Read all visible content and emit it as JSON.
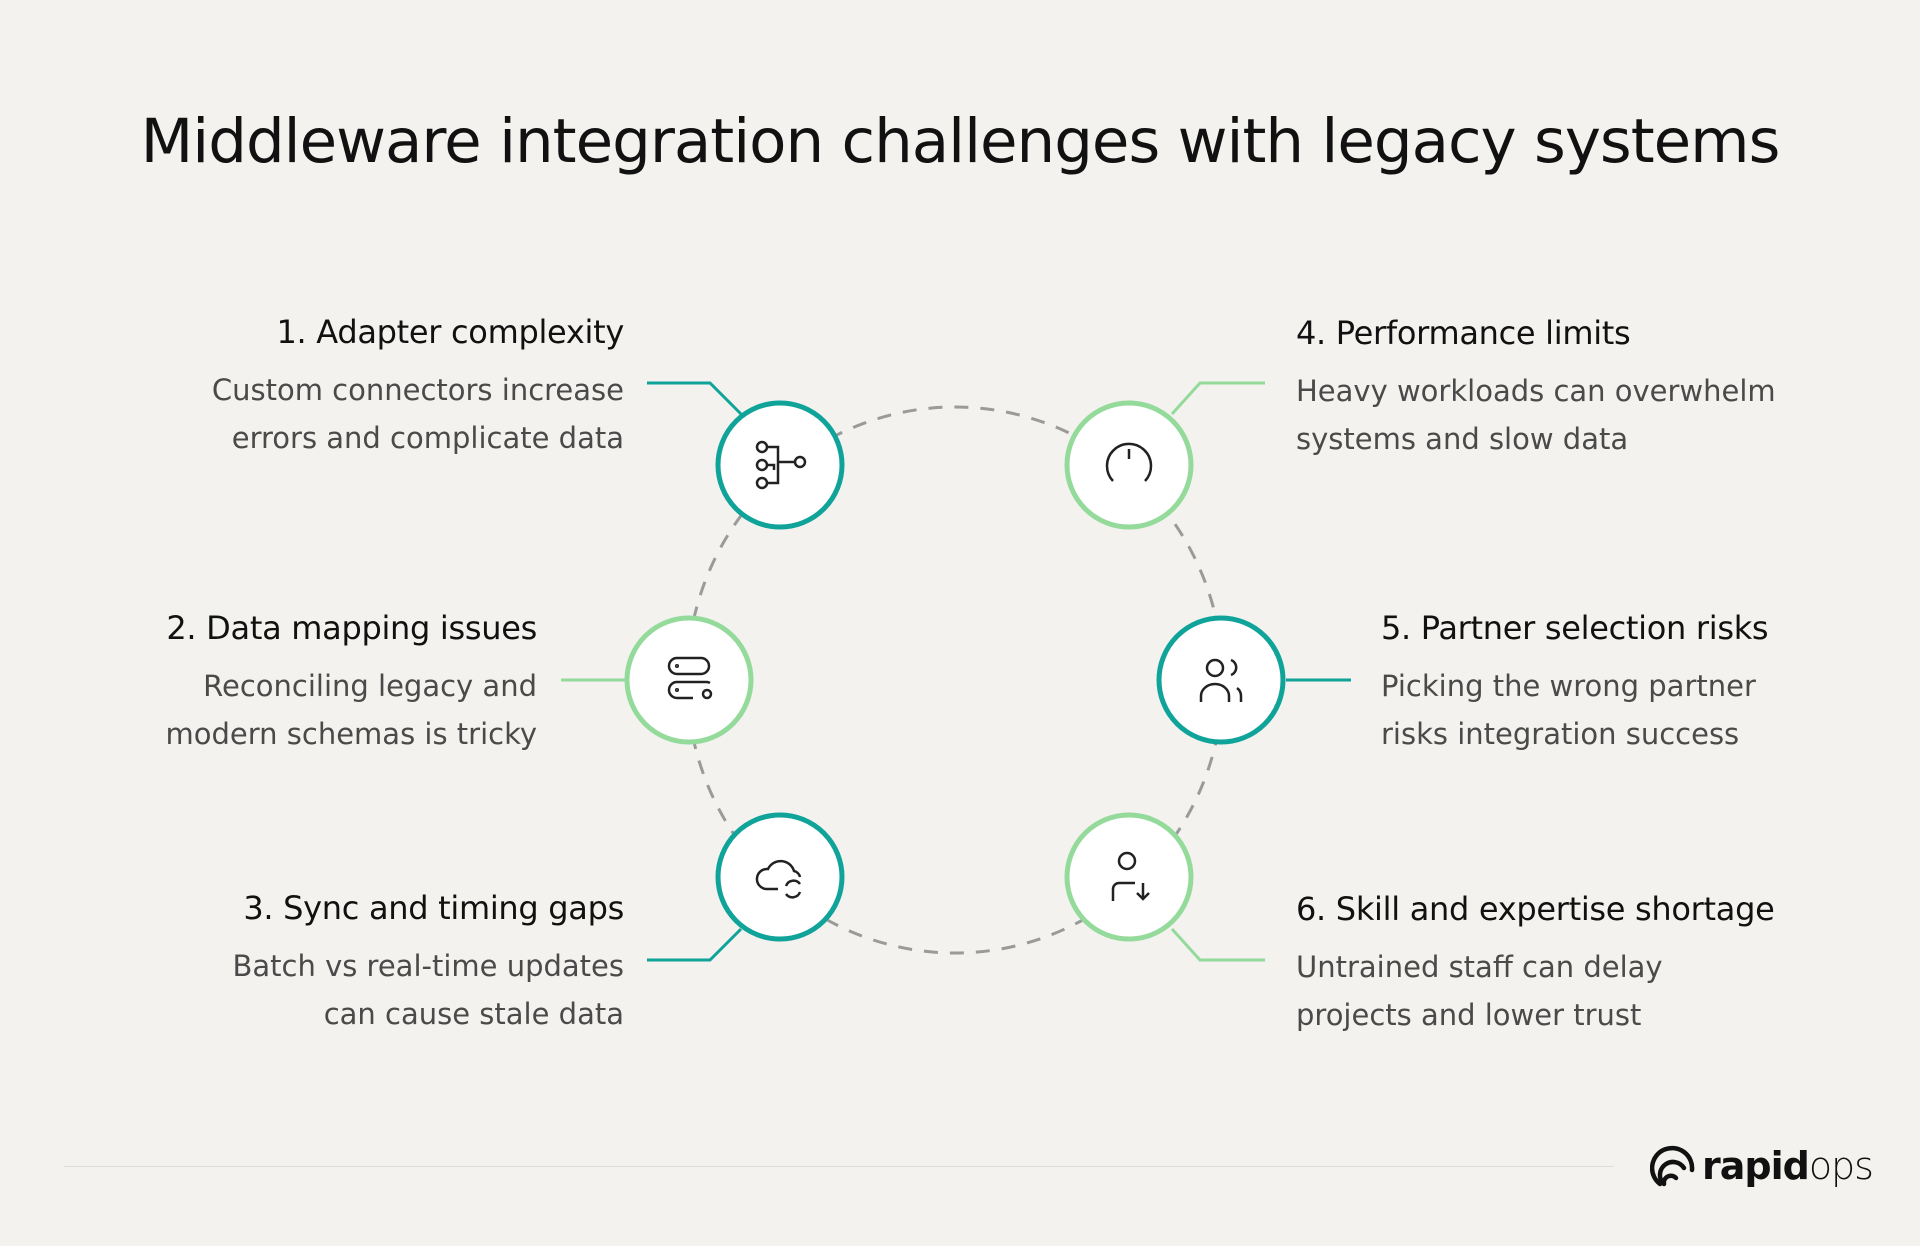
{
  "title": "Middleware integration challenges with legacy systems",
  "colors": {
    "teal": "#0fa39a",
    "light_green": "#94da9b",
    "background": "#f3f2ee",
    "ring": "#9a9a9a"
  },
  "items": [
    {
      "heading": "1. Adapter complexity",
      "line1": "Custom connectors increase",
      "line2": "errors and complicate data",
      "icon": "workflow-branch-icon",
      "accent": "teal"
    },
    {
      "heading": "2. Data mapping issues",
      "line1": "Reconciling legacy and",
      "line2": "modern schemas is tricky",
      "icon": "database-settings-icon",
      "accent": "light_green"
    },
    {
      "heading": "3. Sync and timing gaps",
      "line1": "Batch vs real-time updates",
      "line2": "can cause stale data",
      "icon": "cloud-sync-icon",
      "accent": "teal"
    },
    {
      "heading": "4. Performance limits",
      "line1": "Heavy workloads can overwhelm",
      "line2": "systems and slow data",
      "icon": "gauge-icon",
      "accent": "light_green"
    },
    {
      "heading": "5. Partner selection risks",
      "line1": "Picking the wrong partner",
      "line2": "risks integration success",
      "icon": "users-icon",
      "accent": "teal"
    },
    {
      "heading": "6. Skill and expertise shortage",
      "line1": "Untrained staff can delay",
      "line2": "projects and lower trust",
      "icon": "user-down-icon",
      "accent": "light_green"
    }
  ],
  "logo": {
    "bold": "rapid",
    "light": "ops"
  }
}
